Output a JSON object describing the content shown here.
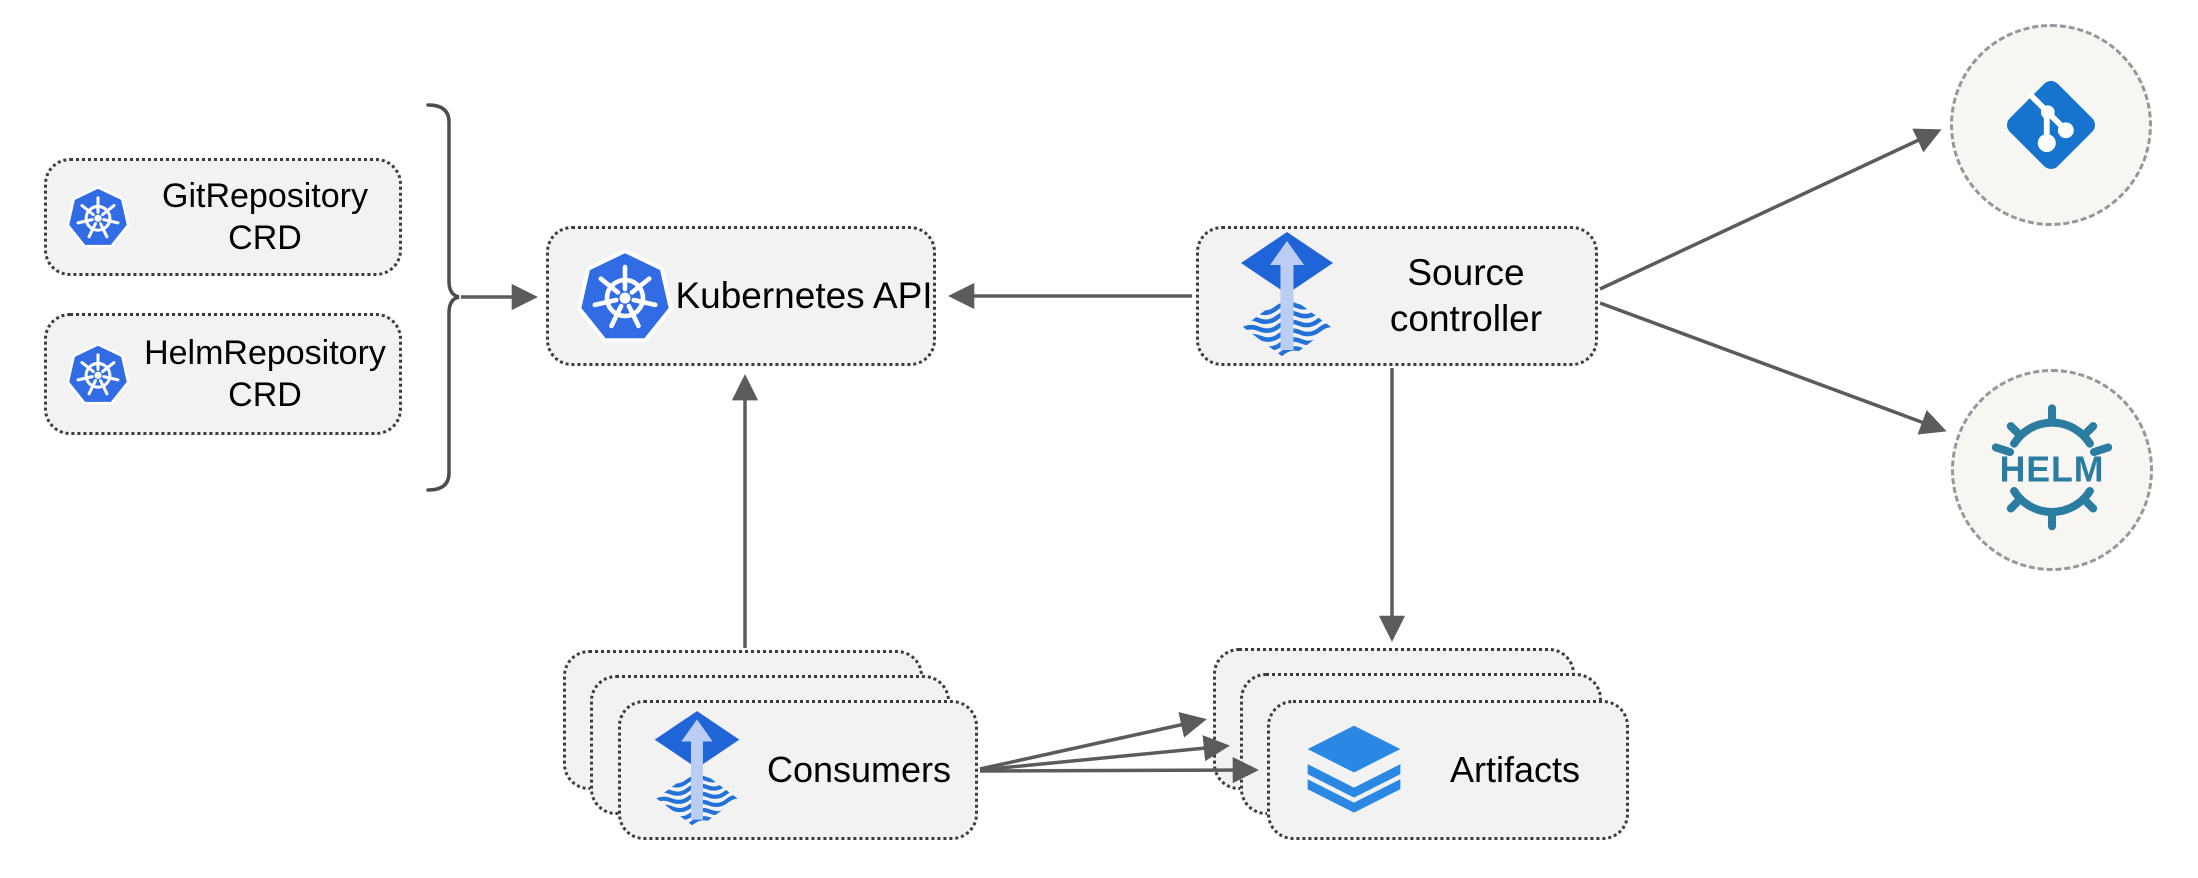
{
  "nodes": {
    "git_repository_crd": {
      "line1": "GitRepository",
      "line2": "CRD"
    },
    "helm_repository_crd": {
      "line1": "HelmRepository",
      "line2": "CRD"
    },
    "kubernetes_api": {
      "label": "Kubernetes API"
    },
    "source_controller": {
      "line1": "Source",
      "line2": "controller"
    },
    "consumers": {
      "label": "Consumers"
    },
    "artifacts": {
      "label": "Artifacts"
    },
    "git_remote": {
      "icon": "git-logo"
    },
    "helm_remote": {
      "icon": "helm-logo",
      "logo_text": "HELM"
    }
  },
  "icons": {
    "kubernetes": "kubernetes-logo",
    "flux": "flux-logo",
    "layers": "layers-logo",
    "git": "git-logo",
    "helm": "helm-logo"
  },
  "colors": {
    "kubernetes_blue": "#326CE5",
    "flux_blue": "#2065D8",
    "flux_arrow_light": "#BCCDF3",
    "flux_wave_blue": "#2272D8",
    "git_blue": "#1674CF",
    "helm_teal": "#2A7DA0",
    "layers_blue": "#2B87E4",
    "node_fill": "#F2F2F2",
    "node_border": "#3C3C3C",
    "remote_fill": "#F7F6F2",
    "remote_border": "#979797",
    "arrow_gray": "#5B5B5B",
    "text_black": "#000000",
    "canvas_bg": "#FFFFFF"
  },
  "edges": [
    {
      "from": "crd-bracket",
      "to": "kubernetes-api"
    },
    {
      "from": "source-controller",
      "to": "kubernetes-api"
    },
    {
      "from": "source-controller",
      "to": "git-remote"
    },
    {
      "from": "source-controller",
      "to": "helm-remote"
    },
    {
      "from": "source-controller",
      "to": "artifacts"
    },
    {
      "from": "consumers",
      "to": "kubernetes-api"
    },
    {
      "from": "consumers",
      "to": "artifacts-back"
    },
    {
      "from": "consumers",
      "to": "artifacts-middle"
    },
    {
      "from": "consumers",
      "to": "artifacts-front"
    }
  ]
}
